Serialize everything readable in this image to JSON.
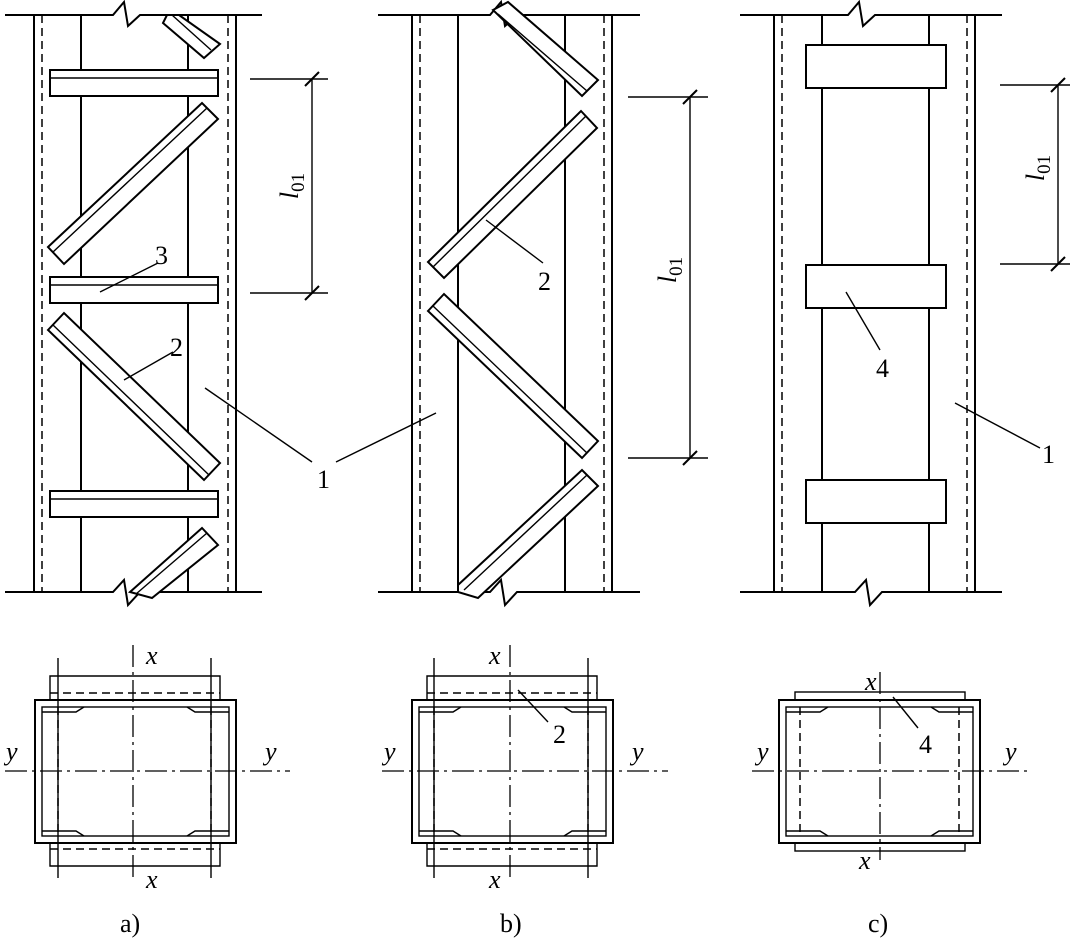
{
  "figure": {
    "panel_a": {
      "caption": "a)",
      "spacing_label": {
        "main": "l",
        "sub": "01"
      },
      "callouts": {
        "chord": "1",
        "diagonal": "2",
        "strut": "3"
      }
    },
    "panel_b": {
      "caption": "b)",
      "spacing_label": {
        "main": "l",
        "sub": "01"
      },
      "callouts": {
        "chord": "1",
        "diagonal": "2"
      }
    },
    "panel_c": {
      "caption": "c)",
      "spacing_label": {
        "main": "l",
        "sub": "01"
      },
      "callouts": {
        "chord": "1",
        "batten": "4"
      }
    },
    "sections": {
      "a": {
        "x_top": "x",
        "x_bottom": "x",
        "y_left": "y",
        "y_right": "y"
      },
      "b": {
        "x_top": "x",
        "x_bottom": "x",
        "y_left": "y",
        "y_right": "y",
        "callout": "2"
      },
      "c": {
        "x_top": "x",
        "x_bottom": "x",
        "y_left": "y",
        "y_right": "y",
        "callout": "4"
      }
    }
  }
}
